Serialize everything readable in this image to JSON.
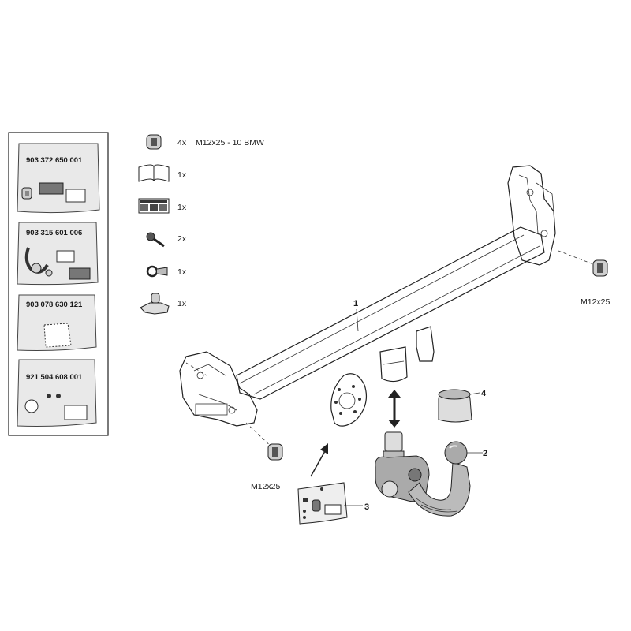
{
  "kits": [
    {
      "part": "903 372 650 001"
    },
    {
      "part": "903 315 601 006"
    },
    {
      "part": "903 078 630 121"
    },
    {
      "part": "921 504 608 001"
    }
  ],
  "parts_list": [
    {
      "icon": "nut-icon",
      "qty": "4x",
      "desc": "M12x25 - 10   BMW"
    },
    {
      "icon": "manual-book-icon",
      "qty": "1x",
      "desc": ""
    },
    {
      "icon": "warning-label-icon",
      "qty": "1x",
      "desc": ""
    },
    {
      "icon": "key-icon",
      "qty": "2x",
      "desc": ""
    },
    {
      "icon": "ring-icon",
      "qty": "1x",
      "desc": ""
    },
    {
      "icon": "cap-clip-icon",
      "qty": "1x",
      "desc": ""
    }
  ],
  "callouts": {
    "c1": "1",
    "c2": "2",
    "c3": "3",
    "c4": "4"
  },
  "bolts": {
    "right": "M12x25",
    "left": "M12x25"
  }
}
